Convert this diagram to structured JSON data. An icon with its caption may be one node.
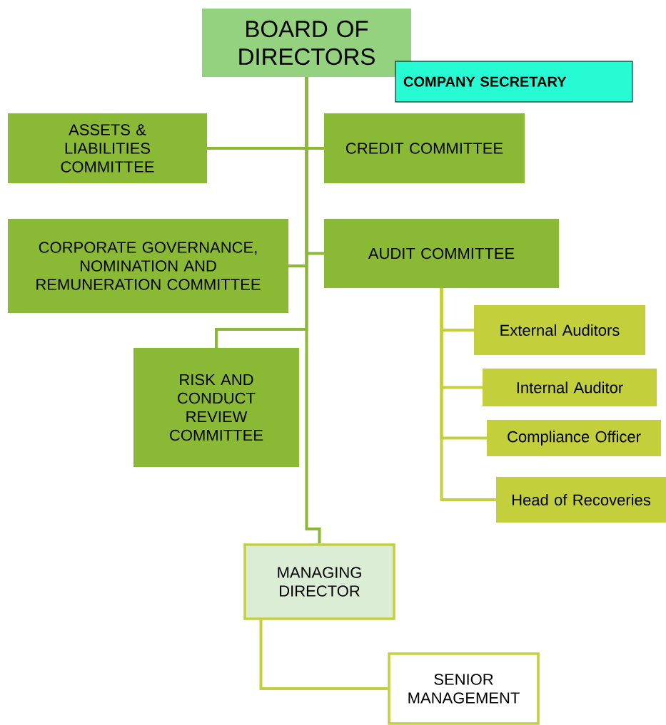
{
  "diagram": {
    "nodes": [
      {
        "text": [
          "BOARD OF DIRECTORS"
        ]
      },
      {
        "text": [
          "COMPANY SECRETARY"
        ]
      },
      {
        "text": [
          "ASSETS & LIABILITIES COMMITTEE"
        ]
      },
      {
        "text": [
          "CREDIT COMMITTEE"
        ]
      },
      {
        "text": [
          "CORPORATE GOVERNANCE, NOMINATION AND REMUNERATION COMMITTEE"
        ]
      },
      {
        "text": [
          "AUDIT COMMITTEE"
        ]
      },
      {
        "text": [
          "External Auditors"
        ]
      },
      {
        "text": [
          "Internal Auditor"
        ]
      },
      {
        "text": [
          "Compliance Officer"
        ]
      },
      {
        "text": [
          "Head of Recoveries"
        ]
      },
      {
        "text": [
          "RISK AND CONDUCT REVIEW COMMITTEE"
        ]
      },
      {
        "text": [
          "MANAGING DIRECTOR"
        ]
      },
      {
        "text": [
          "SENIOR MANAGEMENT"
        ]
      }
    ],
    "edges": [
      {
        "from": 0,
        "to": 2,
        "arrow": "none"
      },
      {
        "from": 0,
        "to": 3,
        "arrow": "none"
      },
      {
        "from": 0,
        "to": 5,
        "arrow": "none"
      },
      {
        "from": 0,
        "to": 4,
        "arrow": "none"
      },
      {
        "from": 0,
        "to": 10,
        "arrow": "none"
      },
      {
        "from": 0,
        "to": 11,
        "arrow": "none"
      },
      {
        "from": 5,
        "to": 6,
        "arrow": "none",
        "color": "#c3cf3b"
      },
      {
        "from": 5,
        "to": 7,
        "arrow": "none",
        "color": "#c3cf3b"
      },
      {
        "from": 5,
        "to": 8,
        "arrow": "none",
        "color": "#c3cf3b"
      },
      {
        "from": 5,
        "to": 9,
        "arrow": "none",
        "color": "#c3cf3b"
      },
      {
        "from": 11,
        "to": 12,
        "arrow": "none",
        "color": "#c3cf3b"
      }
    ]
  }
}
